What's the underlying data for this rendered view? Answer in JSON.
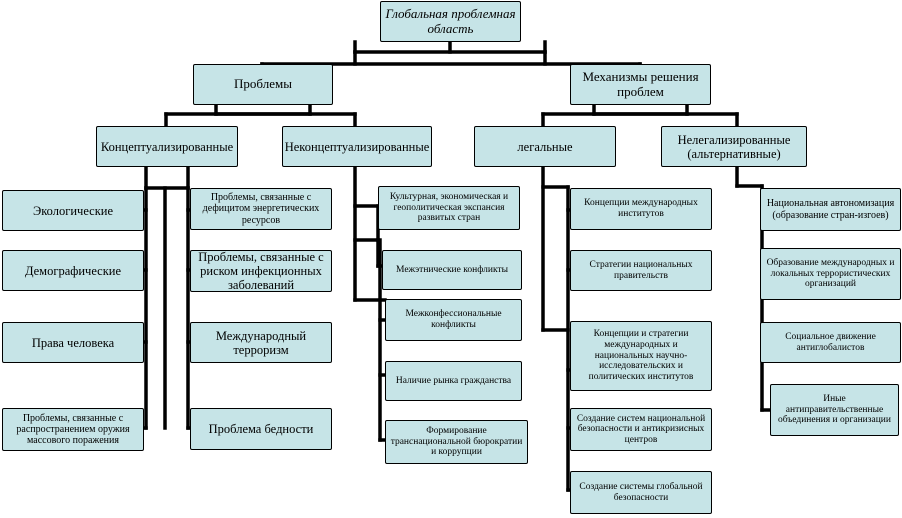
{
  "root": "Глобальная проблемная область",
  "problems": {
    "title": "Проблемы",
    "conceptual": {
      "title": "Концептуализированные",
      "left": [
        "Экологические",
        "Демографические",
        "Права человека",
        "Проблемы, связанные с распространением оружия массового поражения"
      ],
      "right": [
        "Проблемы, связанные с дефицитом энергетических ресурсов",
        "Проблемы, связанные с риском инфекционных заболеваний",
        "Международный терроризм",
        "Проблема бедности"
      ]
    },
    "nonconceptual": {
      "title": "Неконцептуализированные",
      "items": [
        "Культурная, экономическая и геополитическая экспансия развитых стран",
        "Межэтнические конфликты",
        "Межконфессиональные конфликты",
        "Наличие рынка гражданства",
        "Формирование транснациональной бюрократии и коррупции"
      ]
    }
  },
  "mechanisms": {
    "title": "Механизмы решения проблем",
    "legal": {
      "title": "легальные",
      "items": [
        "Концепции международных институтов",
        "Стратегии национальных правительств",
        "Концепции и стратегии международных и национальных научно-исследовательских и политических институтов",
        "Создание систем национальной безопасности и антикризисных центров",
        "Создание системы глобальной безопасности"
      ]
    },
    "illegal": {
      "title": "Нелегализированные (альтернативные)",
      "items": [
        "Национальная автономизация (образование стран-изгоев)",
        "Образование международных и локальных террористических организаций",
        "Социальное движение антиглобалистов",
        "Иные антиправительственные объединения и организации"
      ]
    }
  }
}
